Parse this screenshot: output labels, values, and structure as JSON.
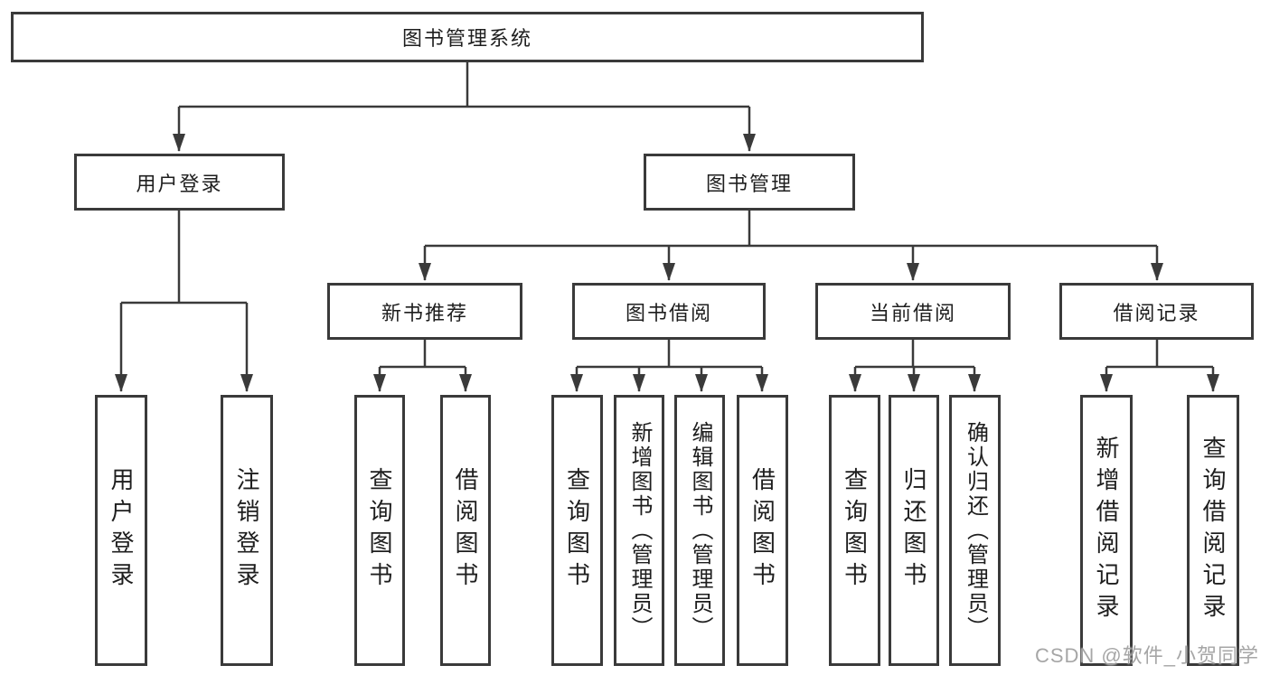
{
  "diagram": {
    "root": {
      "label": "图书管理系统"
    },
    "branches": [
      {
        "label": "用户登录",
        "children": [
          {
            "label": "用户登录"
          },
          {
            "label": "注销登录"
          }
        ]
      },
      {
        "label": "图书管理",
        "modules": [
          {
            "label": "新书推荐",
            "children": [
              {
                "label": "查询图书"
              },
              {
                "label": "借阅图书"
              }
            ]
          },
          {
            "label": "图书借阅",
            "children": [
              {
                "label": "查询图书"
              },
              {
                "label": "新增图书（管理员）"
              },
              {
                "label": "编辑图书（管理员）"
              },
              {
                "label": "借阅图书"
              }
            ]
          },
          {
            "label": "当前借阅",
            "children": [
              {
                "label": "查询图书"
              },
              {
                "label": "归还图书"
              },
              {
                "label": "确认归还（管理员）"
              }
            ]
          },
          {
            "label": "借阅记录",
            "children": [
              {
                "label": "新增借阅记录"
              },
              {
                "label": "查询借阅记录"
              }
            ]
          }
        ]
      }
    ]
  },
  "watermark": {
    "text": "CSDN @软件_小贺同学"
  },
  "colors": {
    "line": "#3a3a3a",
    "box_border": "#3a3a3a",
    "text": "#1e1e1e",
    "watermark": "#9e9e9e",
    "background": "#ffffff"
  }
}
